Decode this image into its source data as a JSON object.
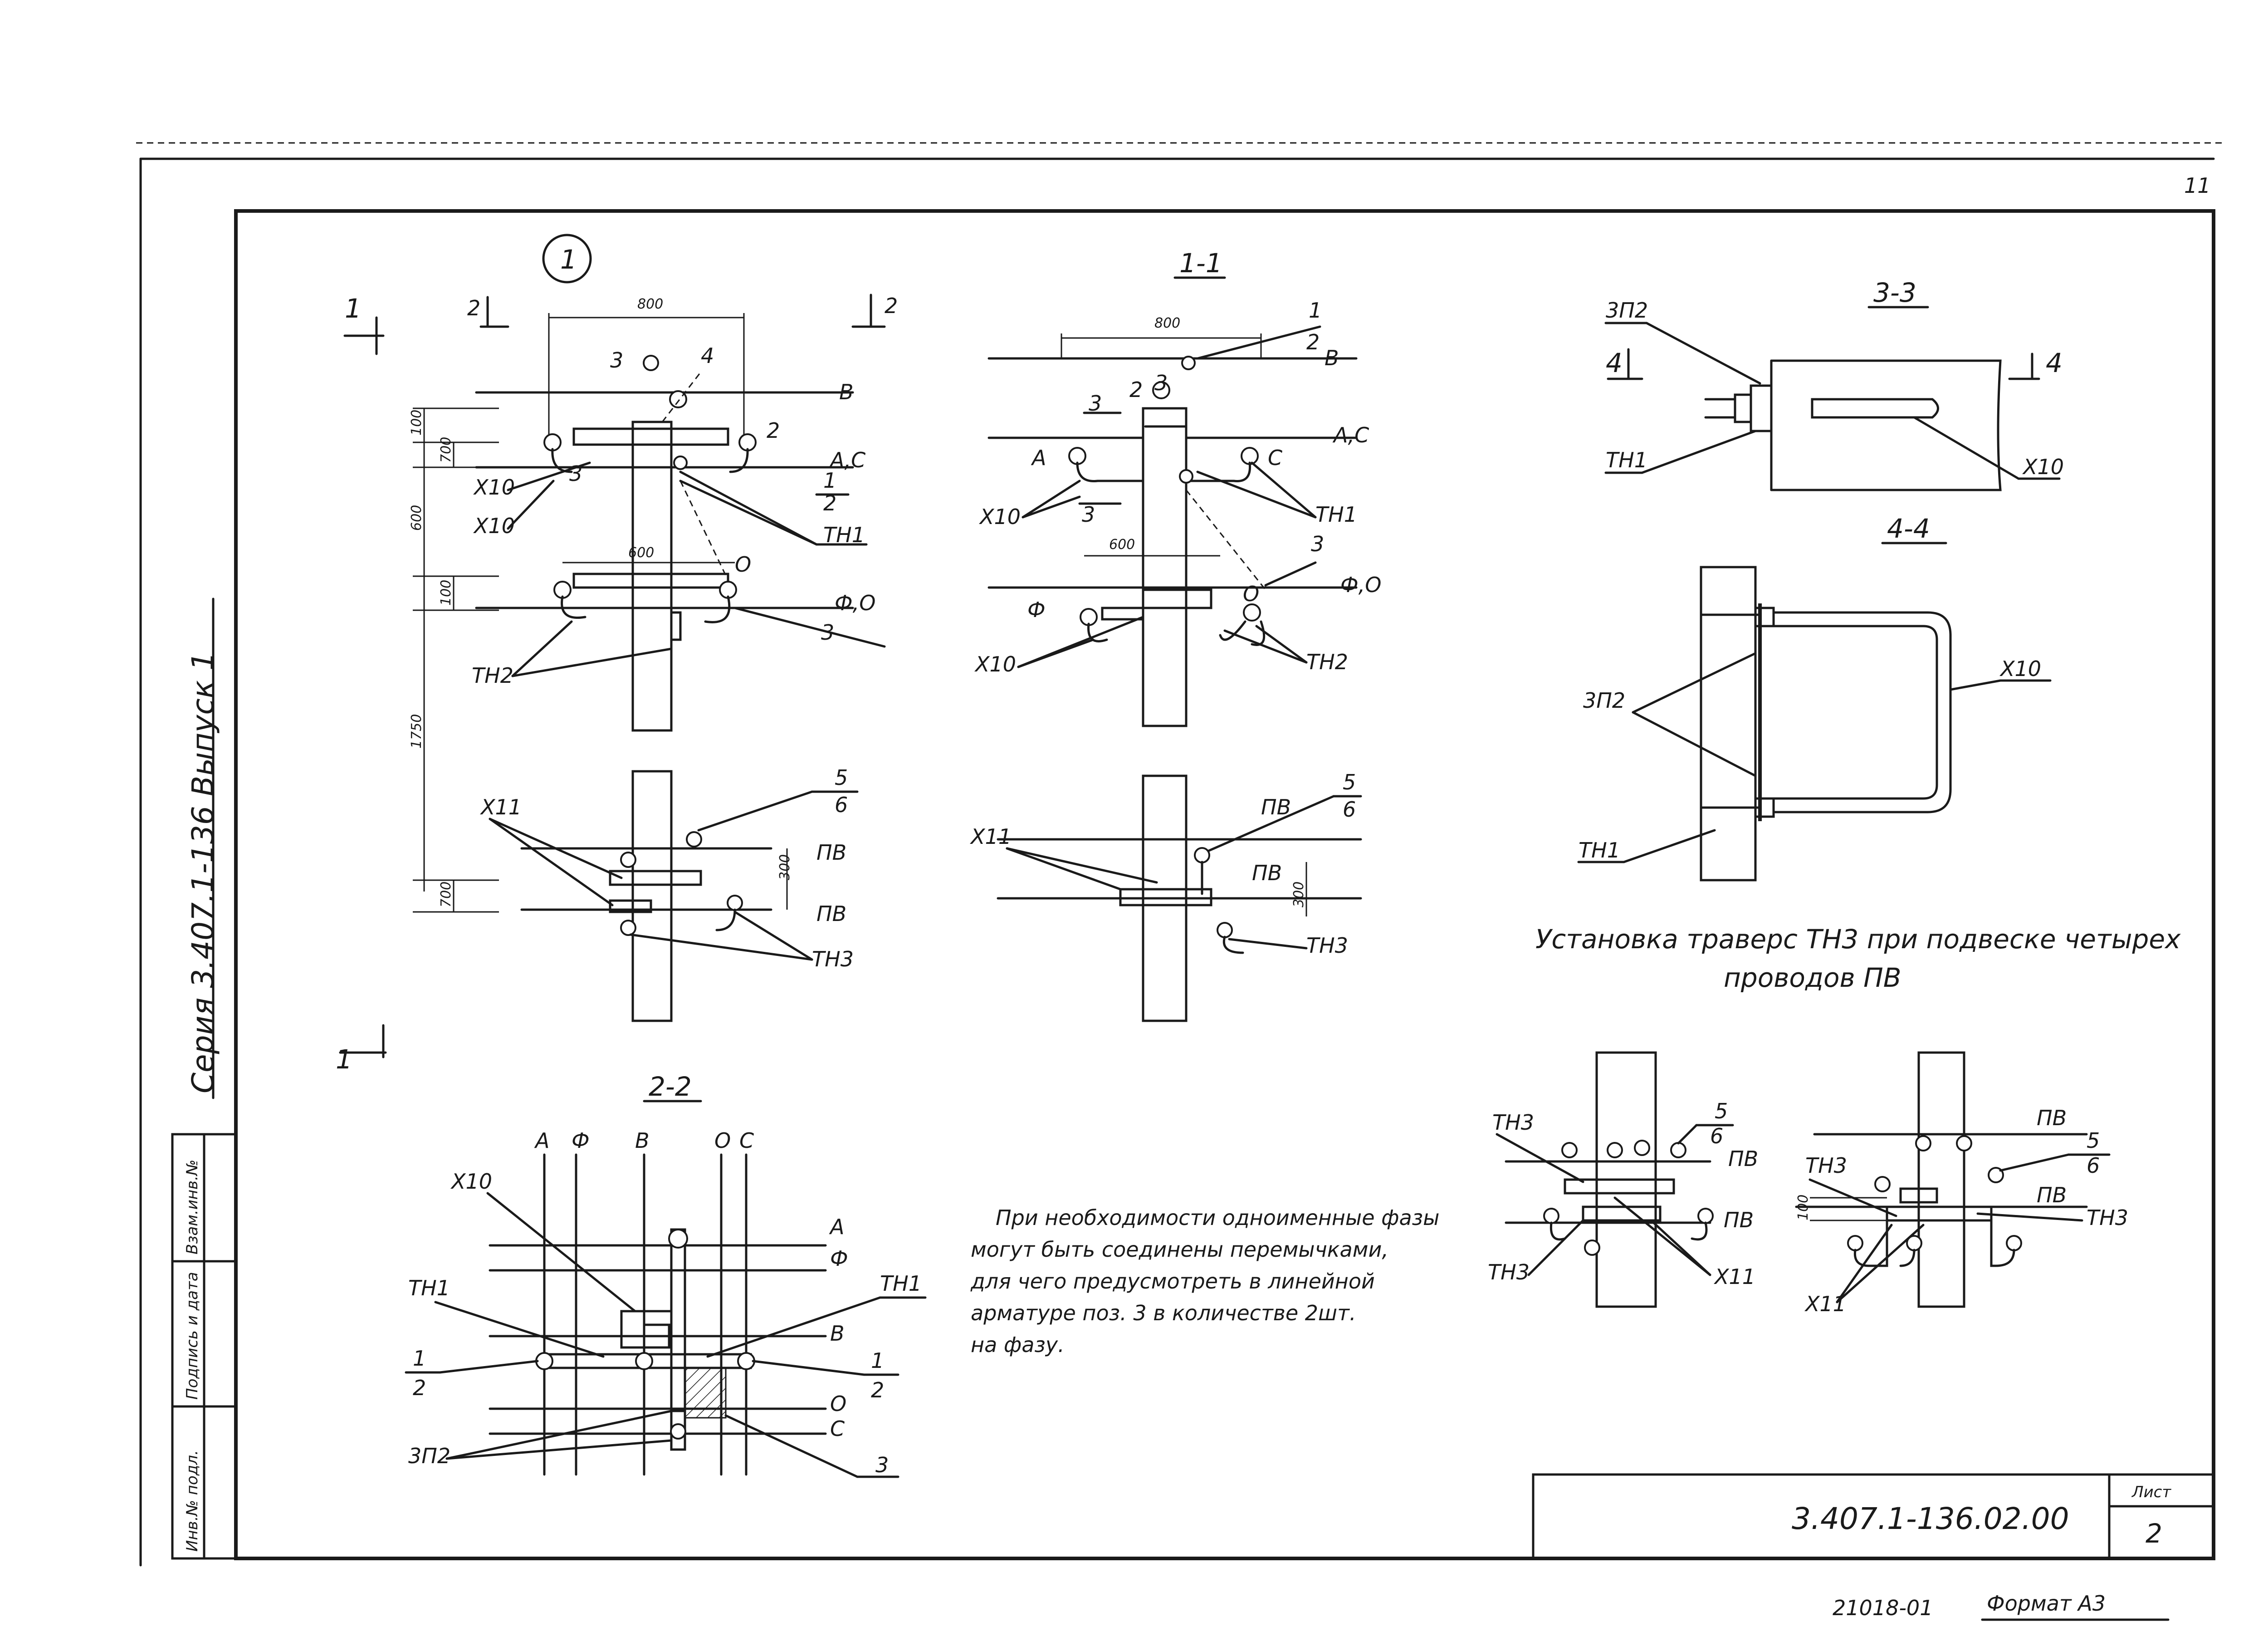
{
  "sheet": {
    "series_label": "Серия 3.407.1-136 Выпуск 1",
    "drawing_code": "3.407.1-136.02.00",
    "sheet_label": "Лист",
    "sheet_number": "2",
    "bottom_number": "21018-01",
    "format_label": "Формат А3",
    "corner_mark": "11",
    "stamp": [
      "Инв.№ подл.",
      "Подпись и дата",
      "Взам.инв.№"
    ]
  },
  "view1": {
    "circle": "1",
    "cut_top_left": "2",
    "cut_top_right": "2",
    "side_top": "1",
    "side_bottom": "1",
    "dim_top": "800",
    "dim_mid": "600",
    "dim_vert": [
      "100",
      "700",
      "600",
      "100",
      "1750",
      "300",
      "700"
    ],
    "wire_B": "В",
    "wire_AC": "А,С",
    "wire_FO": "Ф,О",
    "callouts": [
      "3",
      "4",
      "2",
      "3",
      "1",
      "2",
      "ТН1",
      "О",
      "3",
      "ТН2",
      "Х10",
      "Х10",
      "5",
      "6",
      "Х11",
      "ПВ",
      "ПВ",
      "ТН3"
    ]
  },
  "view11": {
    "title": "1-1",
    "dim_top": "800",
    "dim_mid": "600",
    "dim_vert": "300",
    "wire_B": "В",
    "wire_AC": "А,С",
    "wire_FO": "Ф,О",
    "callouts": [
      "1",
      "2",
      "3",
      "2",
      "3",
      "А",
      "С",
      "3",
      "Х10",
      "ТН1",
      "3",
      "Ф",
      "О",
      "Х10",
      "ТН2",
      "5",
      "6",
      "Х11",
      "ПВ",
      "ПВ",
      "ТН3"
    ]
  },
  "view22": {
    "title": "2-2",
    "tops": [
      "А",
      "Ф",
      "В",
      "О",
      "С"
    ],
    "rights": [
      "А",
      "Ф",
      "В",
      "О",
      "С"
    ],
    "callouts": [
      "Х10",
      "ТН1",
      "ТН1",
      "1",
      "2",
      "1",
      "2",
      "3П2",
      "3"
    ]
  },
  "view33": {
    "title": "3-3",
    "callouts": [
      "3П2",
      "4",
      "4",
      "ТН1",
      "Х10"
    ]
  },
  "view44": {
    "title": "4-4",
    "callouts": [
      "Х10",
      "3П2",
      "ТН1"
    ]
  },
  "install": {
    "line1": "Установка траверс ТН3 при подвеске четырех",
    "line2": "проводов ПВ",
    "left_callouts": [
      "ТН3",
      "5",
      "6",
      "ПВ",
      "ПВ",
      "ТН3",
      "Х11"
    ],
    "right_callouts": [
      "ПВ",
      "ТН3",
      "5",
      "6",
      "ПВ",
      "ТН3",
      "Х11",
      "100"
    ]
  },
  "note": {
    "lines": [
      "При необходимости одноименные фазы",
      "могут быть соединены перемычками,",
      "для чего предусмотреть в линейной",
      "арматуре поз. 3 в количестве 2шт.",
      "на фазу."
    ]
  }
}
